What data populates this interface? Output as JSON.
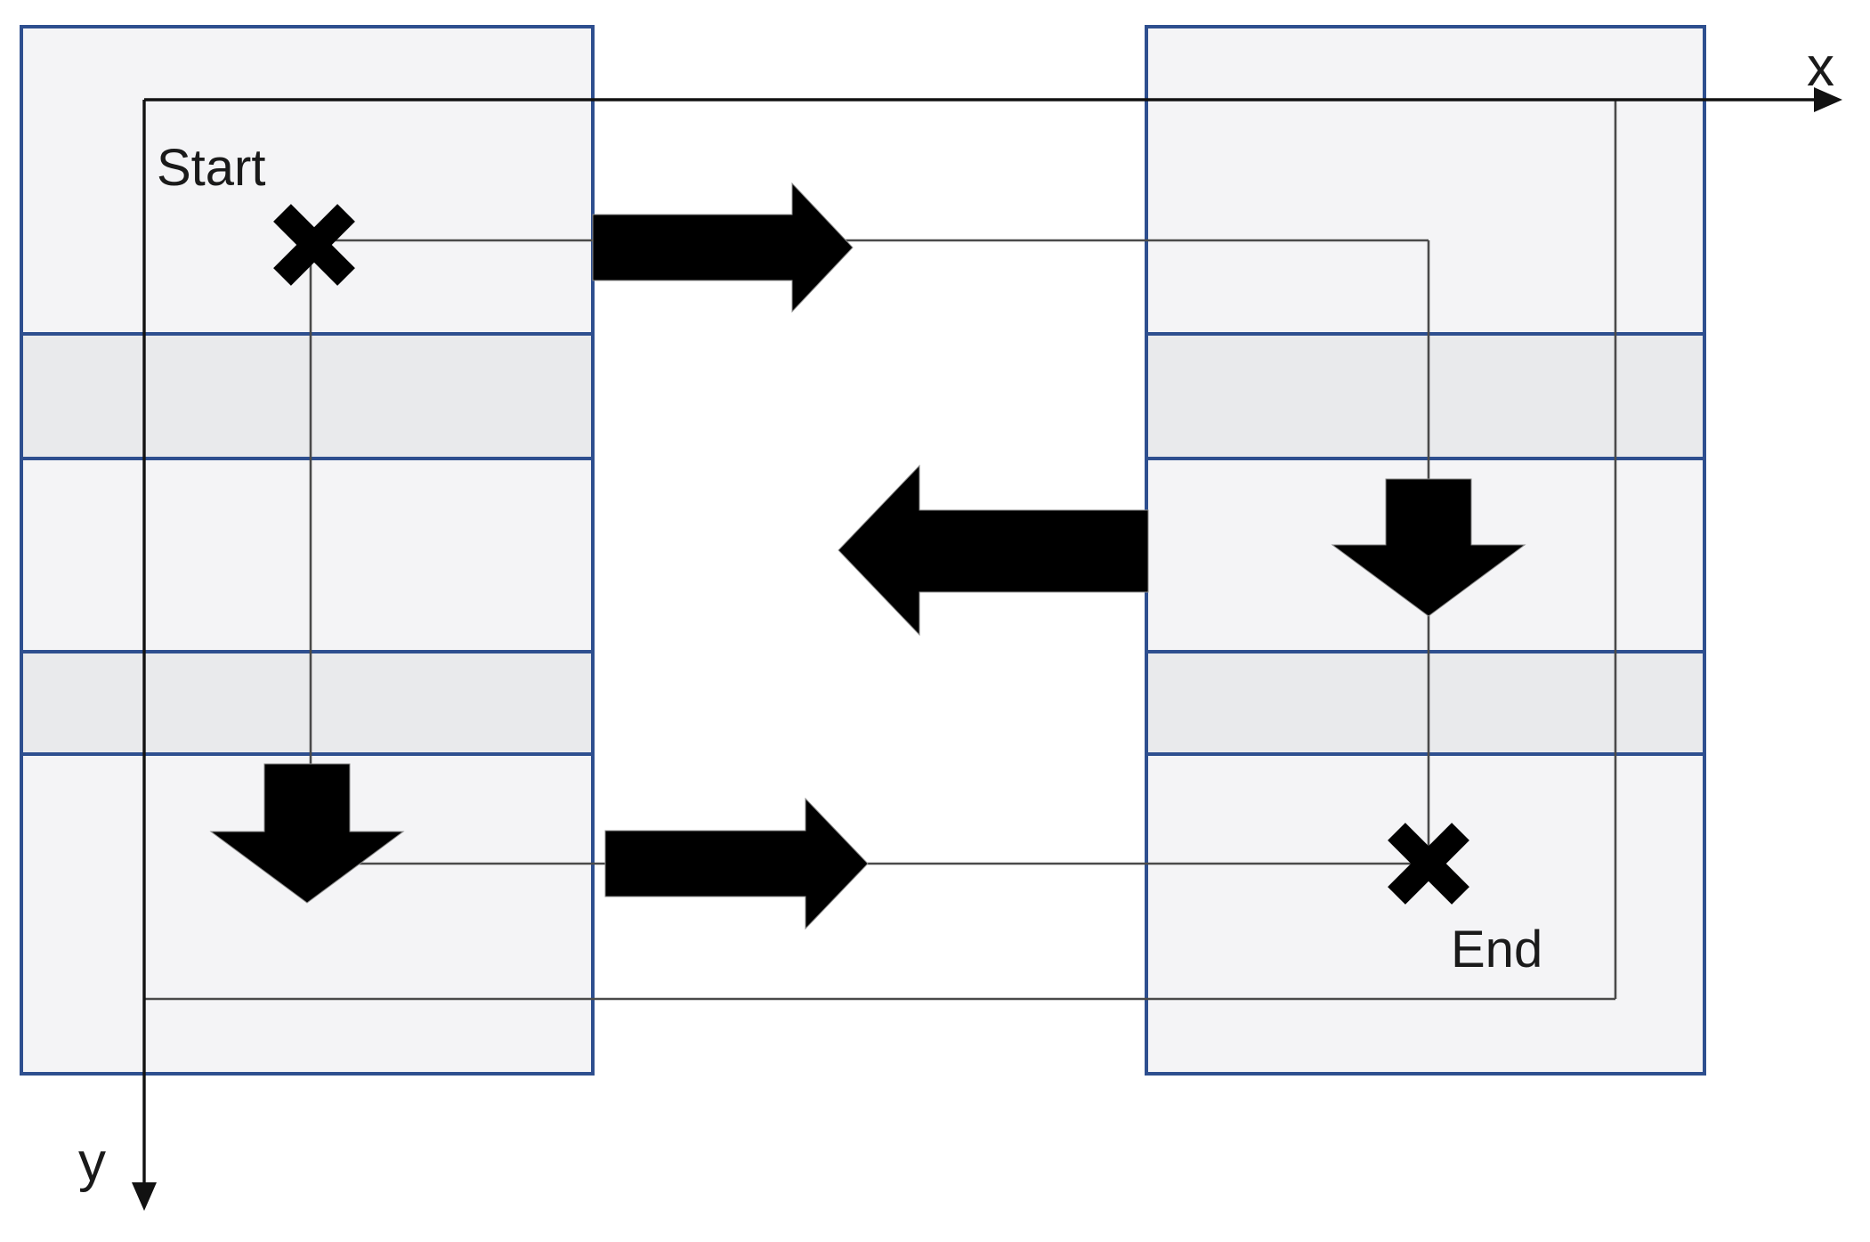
{
  "figure": {
    "type": "serpentine-scan-path-diagram",
    "labels": {
      "start": "Start",
      "end": "End",
      "x_axis": "x",
      "y_axis": "y"
    },
    "panels": {
      "count": 2,
      "rows_per_panel": 5,
      "shaded_rows": [
        2,
        4
      ]
    },
    "path_arrows": [
      {
        "order": 1,
        "direction": "right",
        "location": "row-1 between panels"
      },
      {
        "order": 2,
        "direction": "down",
        "location": "right panel column"
      },
      {
        "order": 3,
        "direction": "left",
        "location": "row-3 between panels"
      },
      {
        "order": 4,
        "direction": "down",
        "location": "left panel column"
      },
      {
        "order": 5,
        "direction": "right",
        "location": "row-5 between panels"
      }
    ],
    "colors": {
      "background": "#ffffff",
      "panel_border": "#2e4f8f",
      "row_light": "#f4f4f6",
      "row_shaded": "#e9eaec",
      "path_line": "#4a4a4a",
      "axis_line": "#121212",
      "arrow_fill": "#000000",
      "marker": "#000000",
      "text": "#1a1a1a"
    }
  }
}
